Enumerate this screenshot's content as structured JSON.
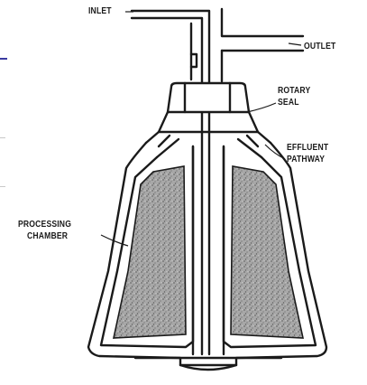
{
  "labels": {
    "inlet": "INLET",
    "outlet": "OUTLET",
    "rotary_seal": [
      "ROTARY",
      "SEAL"
    ],
    "effluent_pathway": [
      "EFFLUENT",
      "PATHWAY"
    ],
    "processing_chamber": [
      "PROCESSING",
      "CHAMBER"
    ]
  },
  "colors": {
    "ink": "#1a1a1a",
    "chamber_fill": "#9a9a9a",
    "background": "#ffffff"
  }
}
